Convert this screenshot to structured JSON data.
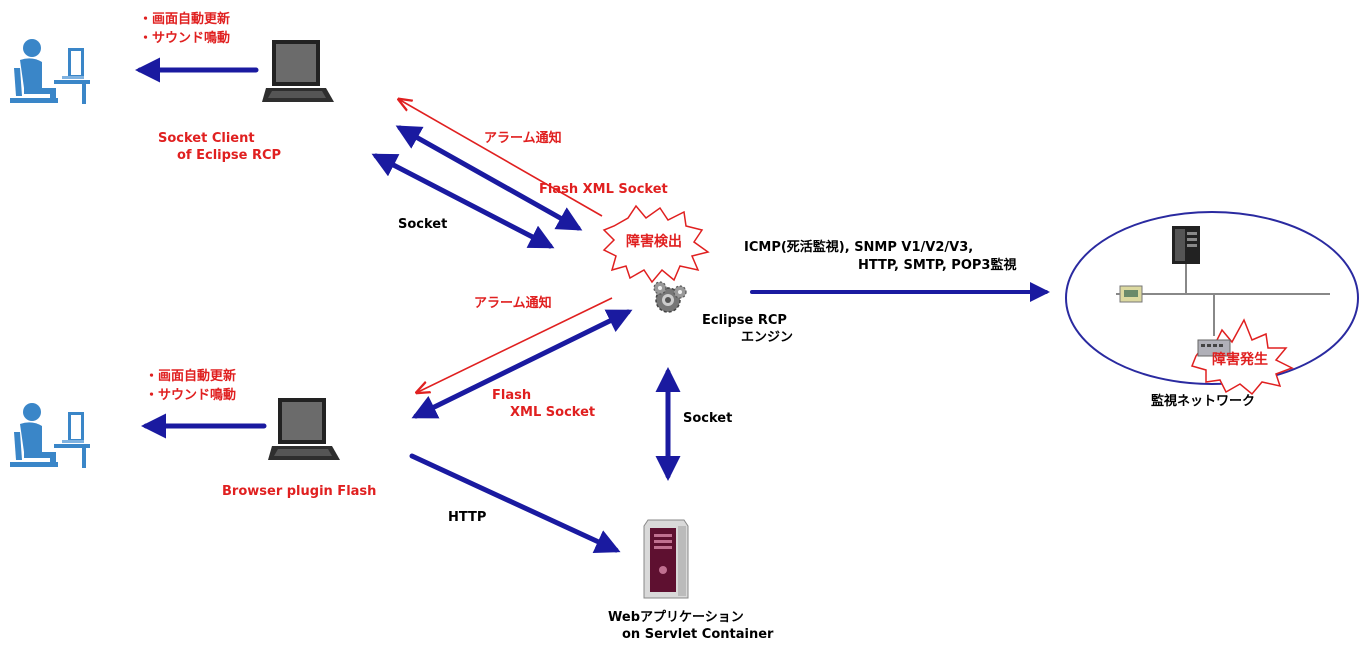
{
  "top_client": {
    "notes": [
      "・画面自動更新",
      "・サウンド鳴動"
    ],
    "name_line1": "Socket Client",
    "name_line2": "of Eclipse RCP"
  },
  "bottom_client": {
    "notes": [
      "・画面自動更新",
      "・サウンド鳴動"
    ],
    "name": "Browser plugin Flash"
  },
  "links": {
    "alarm_top": "アラーム通知",
    "flash_xml_top": "Flash XML Socket",
    "socket_top": "Socket",
    "alarm_bottom": "アラーム通知",
    "flash_bottom_1": "Flash",
    "flash_bottom_2": "XML Socket",
    "socket_vertical": "Socket",
    "http": "HTTP",
    "monitor_line1": "ICMP(死活監視), SNMP V1/V2/V3,",
    "monitor_line2": "HTTP, SMTP, POP3監視"
  },
  "engine": {
    "fault_detect": "障害検出",
    "name_line1": "Eclipse RCP",
    "name_line2": "エンジン"
  },
  "network": {
    "fault_occur": "障害発生",
    "name": "監視ネットワーク"
  },
  "webapp": {
    "name_line1": "Webアプリケーション",
    "name_line2": "on Servlet Container"
  },
  "colors": {
    "arrow_blue": "#1a1aa0",
    "alarm_red": "#e02020",
    "label_red": "#e02020"
  }
}
